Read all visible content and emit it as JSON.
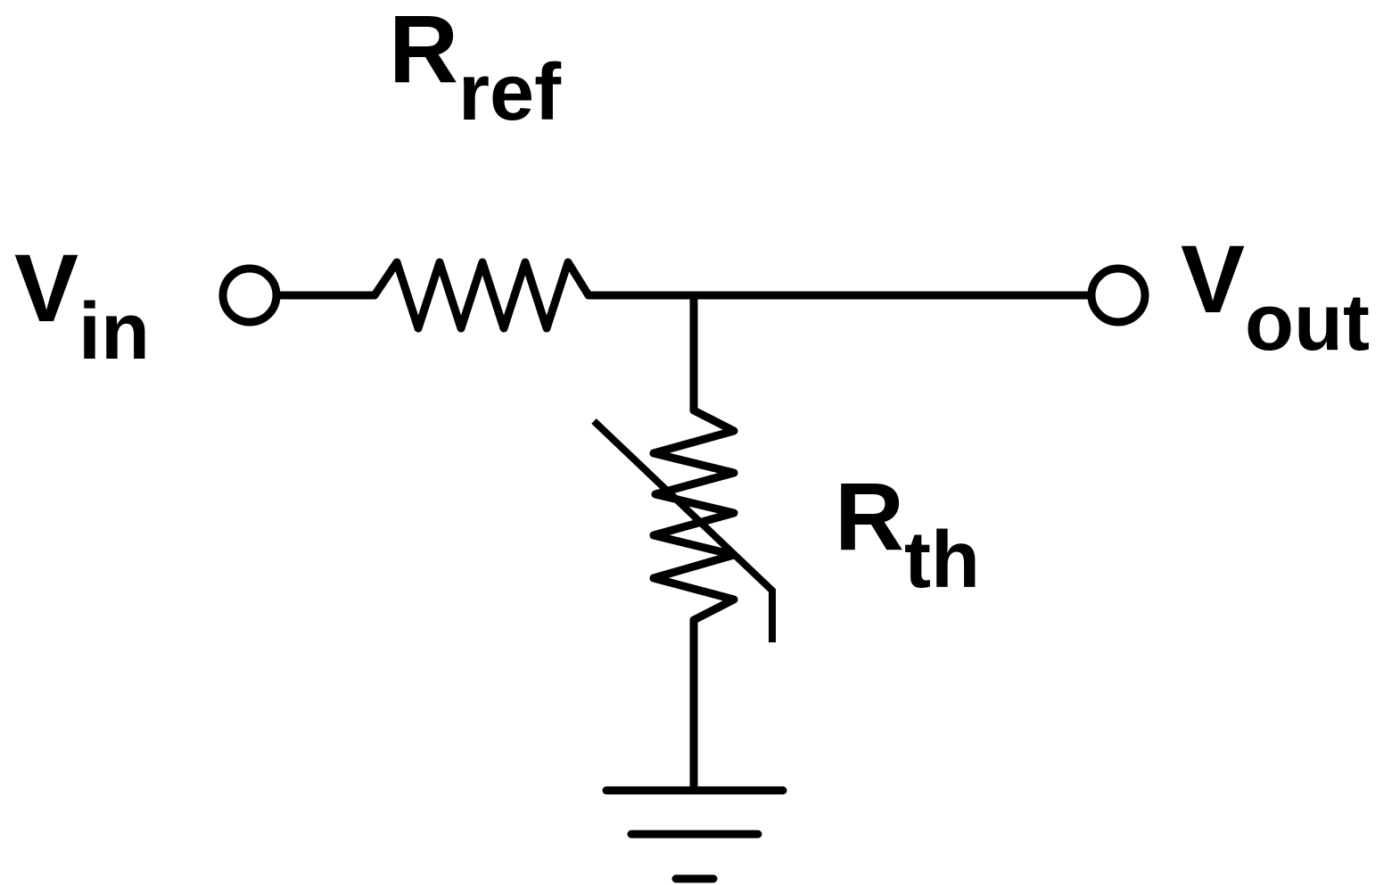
{
  "colors": {
    "ink": "#000000",
    "background": "#ffffff"
  },
  "labels": {
    "vin": {
      "main": "V",
      "sub": "in"
    },
    "vout": {
      "main": "V",
      "sub": "out"
    },
    "rref": {
      "main": "R",
      "sub": "ref"
    },
    "rth": {
      "main": "R",
      "sub": "th"
    }
  },
  "components": {
    "input_terminal": "open-circle-terminal",
    "output_terminal": "open-circle-terminal",
    "reference_resistor": "resistor-zigzag",
    "thermistor": "variable-resistor-zigzag",
    "ground": "ground-symbol"
  }
}
